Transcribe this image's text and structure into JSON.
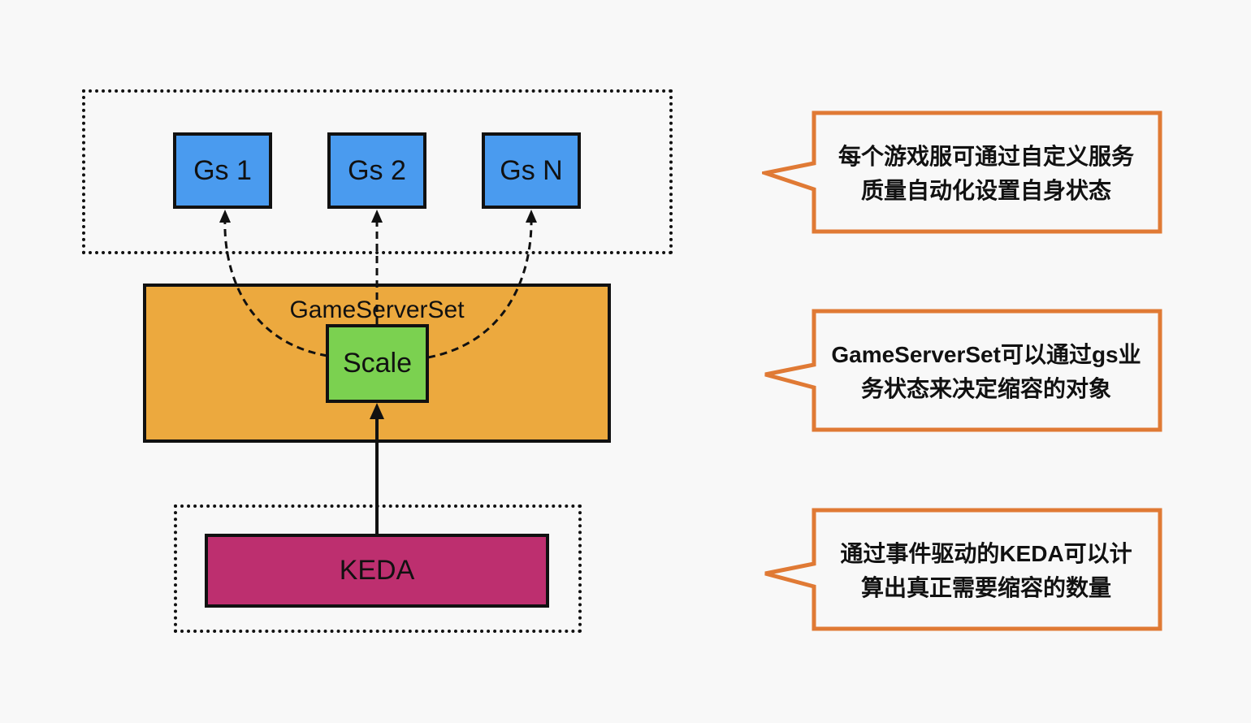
{
  "diagram": {
    "game_servers": [
      {
        "label": "Gs 1",
        "color": "#4a9bef"
      },
      {
        "label": "Gs 2",
        "color": "#4a9bef"
      },
      {
        "label": "Gs N",
        "color": "#4a9bef"
      }
    ],
    "gameserverset": {
      "label": "GameServerSet",
      "color": "#eca93e"
    },
    "scale": {
      "label": "Scale",
      "color": "#7bd150"
    },
    "keda": {
      "label": "KEDA",
      "color": "#bd2f6f"
    },
    "connections": [
      {
        "from": "scale",
        "to": "Gs 1",
        "style": "dashed"
      },
      {
        "from": "scale",
        "to": "Gs 2",
        "style": "dashed"
      },
      {
        "from": "scale",
        "to": "Gs N",
        "style": "dashed"
      },
      {
        "from": "KEDA",
        "to": "scale",
        "style": "solid"
      }
    ]
  },
  "callouts": [
    {
      "line1": "每个游戏服可通过自定义服务",
      "line2": "质量自动化设置自身状态"
    },
    {
      "line1": "GameServerSet可以通过gs业",
      "line2": "务状态来决定缩容的对象"
    },
    {
      "line1": "通过事件驱动的KEDA可以计",
      "line2": "算出真正需要缩容的数量"
    }
  ],
  "accent_color": "#e07a35"
}
